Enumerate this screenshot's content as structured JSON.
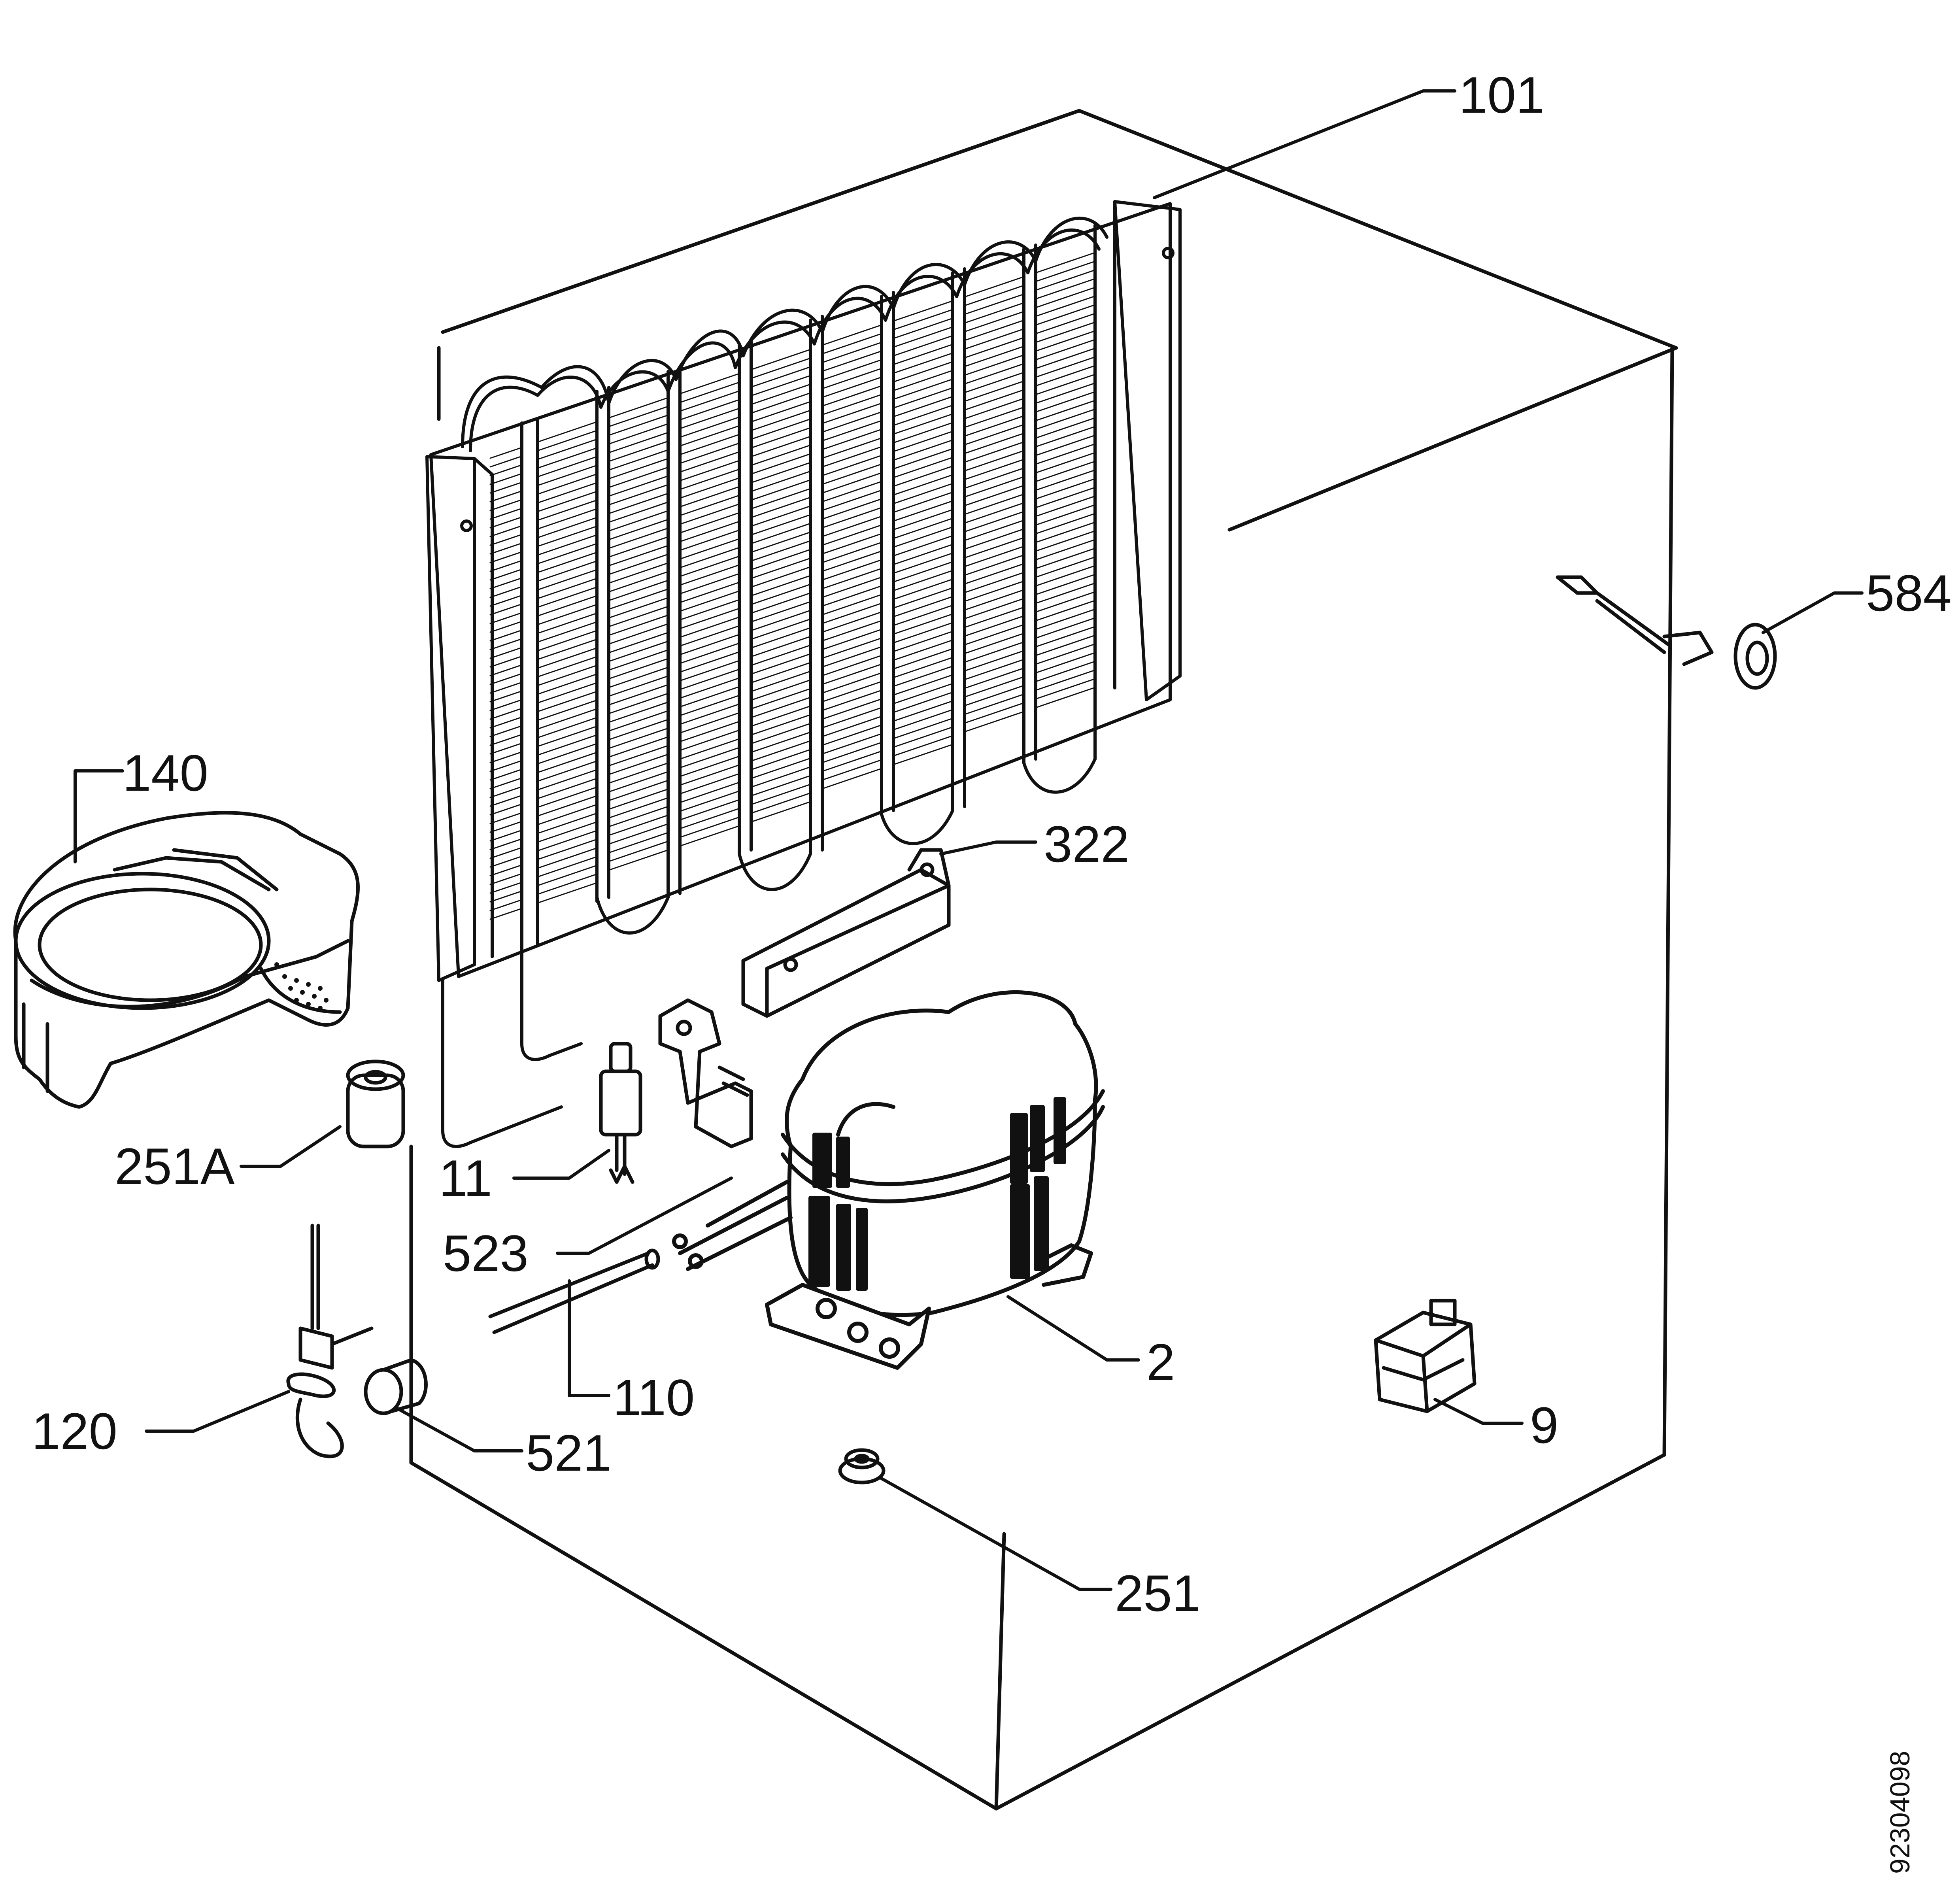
{
  "diagram": {
    "doc_number": "92304098",
    "callouts": [
      {
        "id": "c101",
        "label": "101"
      },
      {
        "id": "c584",
        "label": "584"
      },
      {
        "id": "c140",
        "label": "140"
      },
      {
        "id": "c322",
        "label": "322"
      },
      {
        "id": "c251A",
        "label": "251A"
      },
      {
        "id": "c11",
        "label": "11"
      },
      {
        "id": "c523",
        "label": "523"
      },
      {
        "id": "c110",
        "label": "110"
      },
      {
        "id": "c2",
        "label": "2"
      },
      {
        "id": "c120",
        "label": "120"
      },
      {
        "id": "c521",
        "label": "521"
      },
      {
        "id": "c9",
        "label": "9"
      },
      {
        "id": "c251",
        "label": "251"
      }
    ]
  }
}
